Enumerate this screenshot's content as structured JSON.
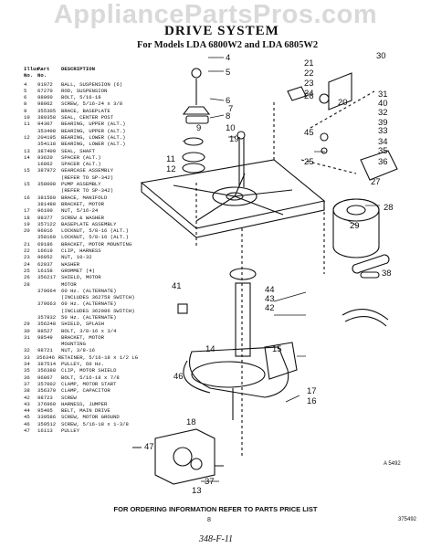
{
  "watermark": "AppliancePartsPros.com",
  "title": "DRIVE SYSTEM",
  "subtitle": "For Models LDA 6800W2 and LDA 6805W2",
  "table": {
    "headers": [
      "Illus. No.",
      "Part No.",
      "DESCRIPTION"
    ],
    "rows": [
      [
        "4",
        "91072",
        "BALL, SUSPENSION (6)"
      ],
      [
        "5",
        "67270",
        "ROD, SUSPENSION"
      ],
      [
        "6",
        "98060",
        "BOLT, 5/16-18"
      ],
      [
        "8",
        "98062",
        "SCREW, 5/16-24 x 3/8"
      ],
      [
        "9",
        "355305",
        "BRACE, BASEPLATE"
      ],
      [
        "10",
        "389358",
        "SEAL, CENTER POST"
      ],
      [
        "11",
        "94307",
        "BEARING, UPPER (ALT.)"
      ],
      [
        "",
        "353498",
        "BEARING, UPPER (ALT.)"
      ],
      [
        "12",
        "204195",
        "BEARING, LOWER (ALT.)"
      ],
      [
        "",
        "354118",
        "BEARING, LOWER (ALT.)"
      ],
      [
        "13",
        "387409",
        "SEAL, SHAFT"
      ],
      [
        "14",
        "93620",
        "SPACER (ALT.)"
      ],
      [
        "",
        "16862",
        "SPACER (ALT.)"
      ],
      [
        "15",
        "387972",
        "GEARCASE ASSEMBLY"
      ],
      [
        "",
        "",
        "(REFER TO SP-342)"
      ],
      [
        "15",
        "358008",
        "PUMP ASSEMBLY"
      ],
      [
        "",
        "",
        "(REFER TO SP-342)"
      ],
      [
        "16",
        "381560",
        "BRACE, MANIFOLD"
      ],
      [
        "",
        "381488",
        "BRACKET, MOTOR"
      ],
      [
        "17",
        "96100",
        "NUT, 5/16-24"
      ],
      [
        "18",
        "98377",
        "SCREW & WASHER"
      ],
      [
        "19",
        "357122",
        "BASEPLATE ASSEMBLY"
      ],
      [
        "20",
        "96016",
        "LOCKNUT, 5/8-16 (ALT.)"
      ],
      [
        "",
        "358160",
        "LOCKNUT, 5/8-16 (ALT.)"
      ],
      [
        "21",
        "69186",
        "BRACKET, MOTOR MOUNTING"
      ],
      [
        "22",
        "16619",
        "CLIP, HARNESS"
      ],
      [
        "23",
        "96052",
        "NUT, 10-32"
      ],
      [
        "24",
        "62037",
        "WASHER"
      ],
      [
        "25",
        "16158",
        "GROMMET (4)"
      ],
      [
        "26",
        "356217",
        "SHIELD, MOTOR"
      ],
      [
        "28",
        "",
        "MOTOR"
      ],
      [
        "",
        "379664",
        "60 Hz. (ALTERNATE)"
      ],
      [
        "",
        "",
        "(INCLUDES 362758 SWITCH)"
      ],
      [
        "",
        "379663",
        "60 Hz. (ALTERNATE)"
      ],
      [
        "",
        "",
        "(INCLUDES 362086 SWITCH)"
      ],
      [
        "",
        "357832",
        "50 Hz. (ALTERNATE)"
      ],
      [
        "29",
        "356248",
        "SHIELD, SPLASH"
      ],
      [
        "30",
        "98527",
        "BOLT, 3/8-16 x 3/4"
      ],
      [
        "31",
        "98549",
        "BRACKET, MOTOR"
      ],
      [
        "",
        "",
        "MOUNTING"
      ],
      [
        "32",
        "98721",
        "NUT, 3/8-16"
      ],
      [
        "33",
        "356346",
        "RETAINER, 5/16-18 x 1/2 LG"
      ],
      [
        "34",
        "387514",
        "PULLEY, 60 Hz."
      ],
      [
        "35",
        "356388",
        "CLIP, MOTOR SHIELD"
      ],
      [
        "36",
        "96867",
        "BOLT, 5/16-18 x 7/8"
      ],
      [
        "37",
        "357002",
        "CLAMP, MOTOR START"
      ],
      [
        "38",
        "356370",
        "CLAMP, CAPACITOR"
      ],
      [
        "42",
        "98723",
        "SCREW"
      ],
      [
        "43",
        "376960",
        "HARNESS, JUMPER"
      ],
      [
        "44",
        "95405",
        "BELT, MAIN DRIVE"
      ],
      [
        "45",
        "339586",
        "SCREW, MOTOR GROUND"
      ],
      [
        "46",
        "359512",
        "SCREW, 5/16-18 x 1-3/8"
      ],
      [
        "47",
        "16113",
        "PULLEY"
      ]
    ]
  },
  "callouts": [
    "4",
    "5",
    "6",
    "7",
    "8",
    "9",
    "10",
    "11",
    "12",
    "13",
    "14",
    "15",
    "16",
    "17",
    "18",
    "19",
    "20",
    "21",
    "22",
    "23",
    "24",
    "25",
    "26",
    "27",
    "28",
    "29",
    "30",
    "31",
    "32",
    "33",
    "34",
    "35",
    "36",
    "37",
    "38",
    "39",
    "40",
    "41",
    "42",
    "43",
    "44",
    "45",
    "46",
    "47"
  ],
  "footer": "FOR ORDERING INFORMATION REFER TO PARTS PRICE LIST",
  "page_number": "8",
  "doc_id": "375492",
  "figure_ref": "A 5492",
  "handwritten": "348-F-11"
}
